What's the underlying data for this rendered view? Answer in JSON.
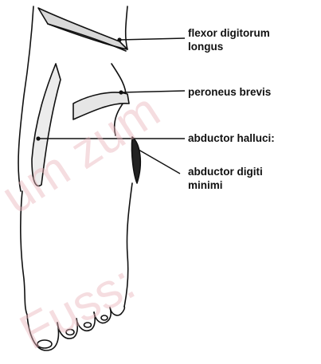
{
  "labels": {
    "flexor": [
      "flexor digitorum",
      "longus"
    ],
    "peroneus": [
      "peroneus brevis"
    ],
    "abductor_hallucis": [
      "abductor halluci:"
    ],
    "abductor_digiti": [
      "abductor digiti",
      "minimi"
    ]
  },
  "watermark": [
    "um zum",
    "Fuss:"
  ],
  "colors": {
    "line": "#111111",
    "watermark": "#e8b4bb"
  }
}
